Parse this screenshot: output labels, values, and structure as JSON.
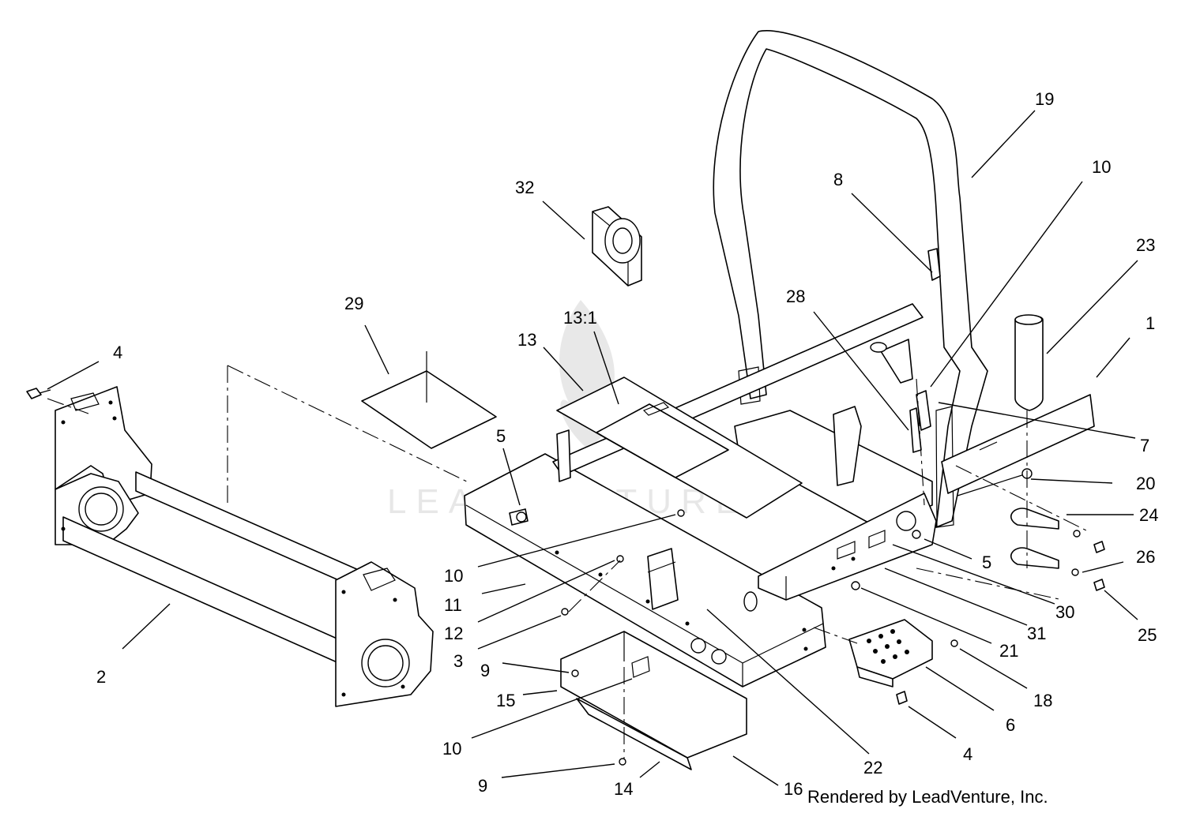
{
  "diagram": {
    "callouts": [
      "4",
      "2",
      "29",
      "13",
      "13:1",
      "32",
      "5",
      "10",
      "11",
      "12",
      "3",
      "9",
      "15",
      "10",
      "9",
      "14",
      "16",
      "22",
      "8",
      "28",
      "19",
      "10",
      "23",
      "1",
      "7",
      "20",
      "24",
      "5",
      "26",
      "30",
      "25",
      "31",
      "21",
      "18",
      "6",
      "4"
    ],
    "credit": "Rendered by LeadVenture, Inc.",
    "watermark": "LEADVENTURE"
  }
}
